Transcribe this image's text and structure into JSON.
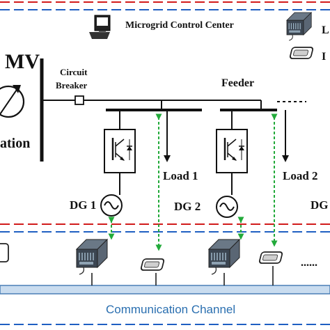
{
  "colors": {
    "line": "#111111",
    "red_dash": "#d11a1a",
    "blue_dash": "#1f5fc2",
    "green_arrow": "#22aa3a",
    "channel_bar": "#c9dcef",
    "channel_text": "#2a6fb0"
  },
  "labels": {
    "control_center": "Microgrid Control Center",
    "mv": "MV",
    "circuit_breaker_line1": "Circuit",
    "circuit_breaker_line2": "Breaker",
    "feeder": "Feeder",
    "substation_fragment": "ation",
    "load1": "Load 1",
    "load2": "Load 2",
    "dg1": "DG 1",
    "dg2": "DG 2",
    "dg_partial": "DG",
    "legend_frag1": "L",
    "legend_frag2": "I",
    "channel": "Communication Channel",
    "ellipsis": "......"
  },
  "icons": {
    "control_center": "computer-workstation-icon",
    "controller": "local-controller-device-icon",
    "interface": "interface-module-icon",
    "inverter": "igbt-inverter-icon",
    "generator": "ac-generator-icon",
    "meter": "mv-grid-meter-icon"
  }
}
